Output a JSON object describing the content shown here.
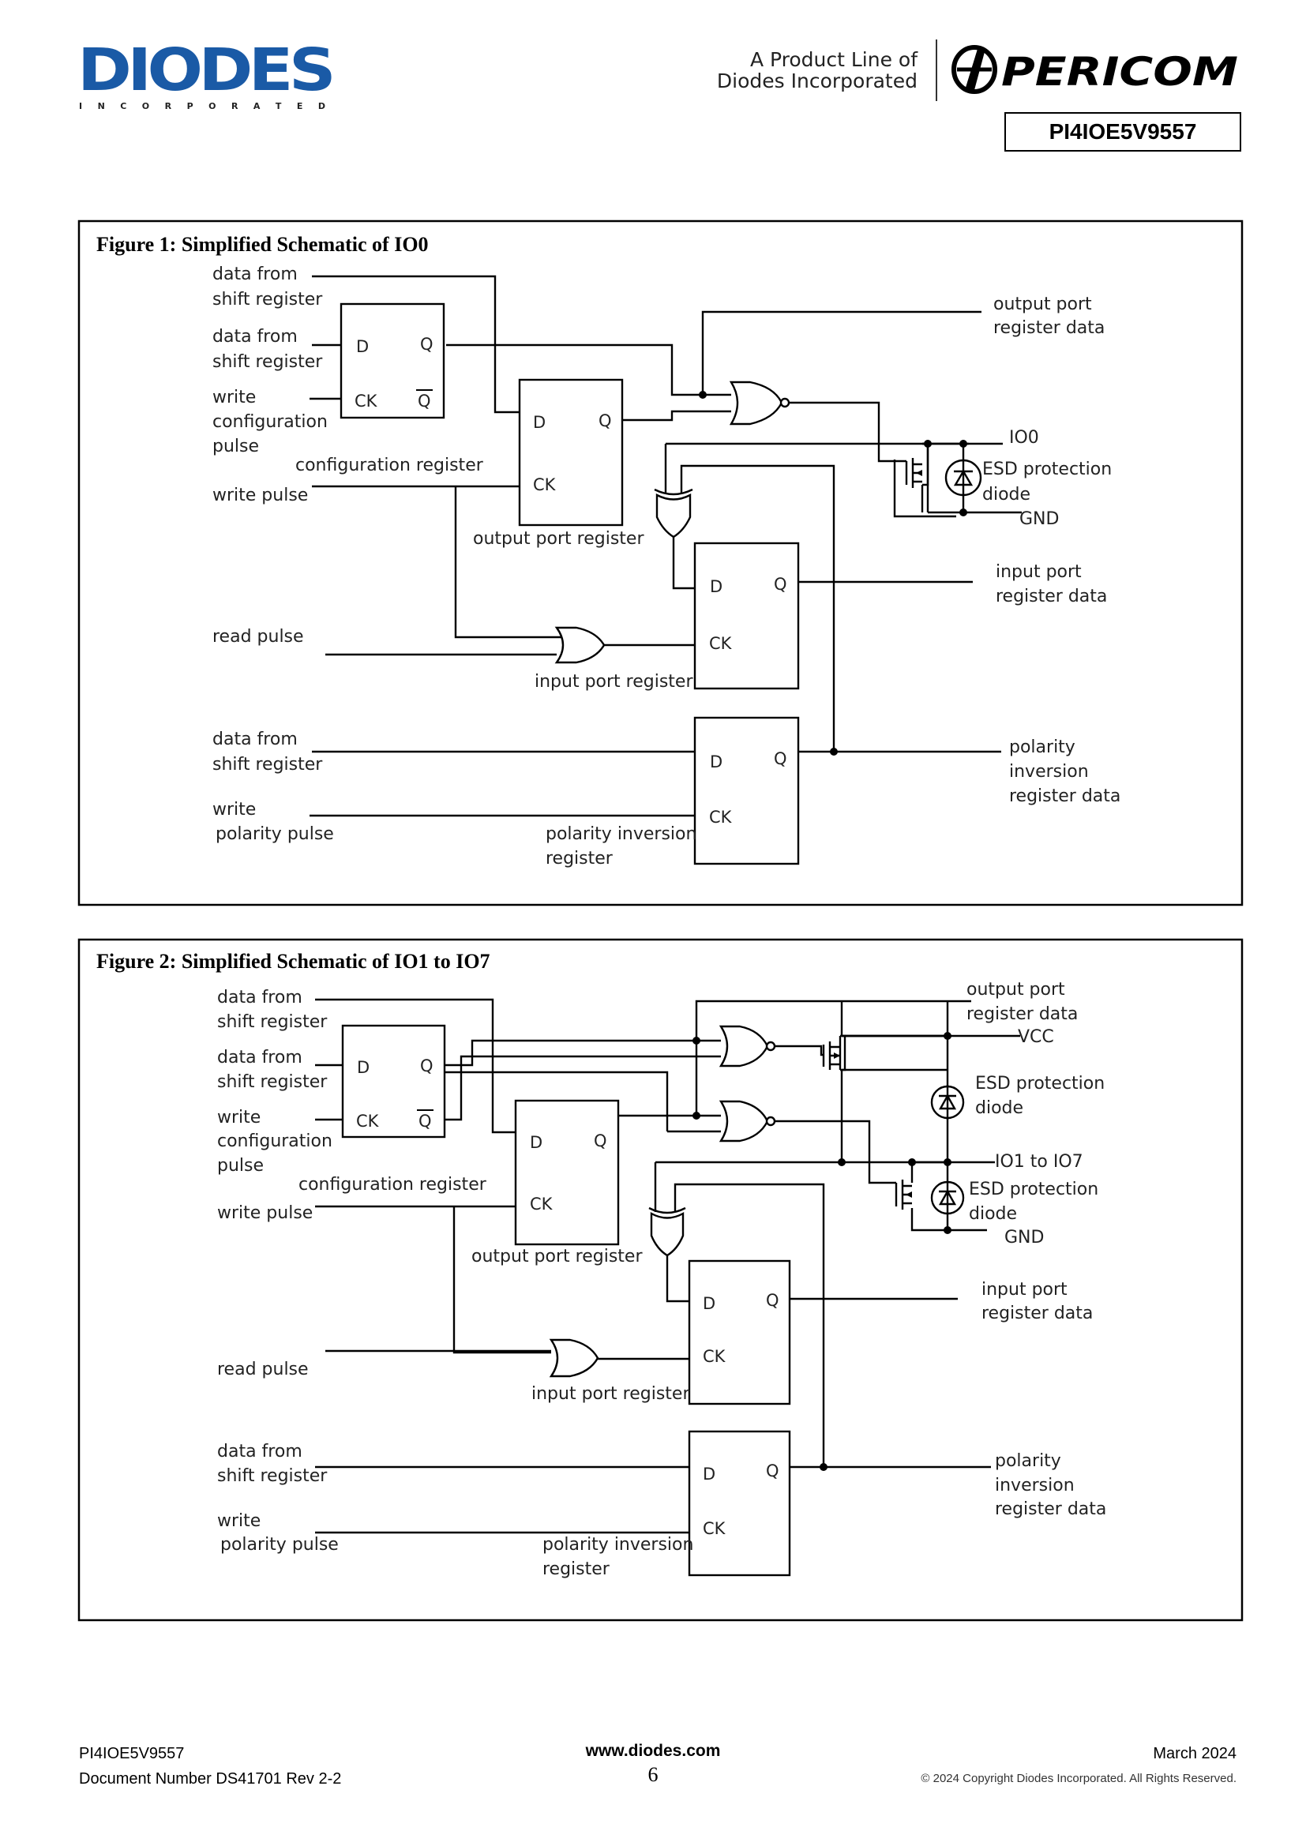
{
  "header": {
    "logo_text": "DIODES",
    "logo_sub": "I N C O R P O R A T E D",
    "tagline_line1": "A Product Line of",
    "tagline_line2": "Diodes Incorporated",
    "pericom_text": "PERICOM",
    "part_number": "PI4IOE5V9557"
  },
  "figure1": {
    "title": "Figure 1: Simplified Schematic of IO0",
    "labels": {
      "data_from_1a": "data from",
      "data_from_1b": "shift register",
      "data_from_2a": "data from",
      "data_from_2b": "shift register",
      "write_cfg_a": "write",
      "write_cfg_b": "configuration",
      "write_cfg_c": "pulse",
      "cfg_reg": "configuration register",
      "write_pulse": "write pulse",
      "out_reg": "output port register",
      "read_pulse": "read pulse",
      "in_reg": "input port register",
      "data_from_3a": "data from",
      "data_from_3b": "shift register",
      "write_pol_a": "write",
      "write_pol_b": "polarity pulse",
      "pol_reg_a": "polarity inversion",
      "pol_reg_b": "register",
      "out_data_a": "output port",
      "out_data_b": "register data",
      "io": "IO0",
      "esd_a": "ESD protection",
      "esd_b": "diode",
      "gnd": "GND",
      "in_data_a": "input port",
      "in_data_b": "register data",
      "pol_data_a": "polarity",
      "pol_data_b": "inversion",
      "pol_data_c": "register data"
    }
  },
  "figure2": {
    "title": "Figure 2: Simplified Schematic of IO1 to IO7",
    "labels": {
      "data_from_1a": "data from",
      "data_from_1b": "shift register",
      "data_from_2a": "data from",
      "data_from_2b": "shift register",
      "write_cfg_a": "write",
      "write_cfg_b": "configuration",
      "write_cfg_c": "pulse",
      "cfg_reg": "configuration register",
      "write_pulse": "write pulse",
      "out_reg": "output port register",
      "read_pulse": "read pulse",
      "in_reg": "input port register",
      "data_from_3a": "data from",
      "data_from_3b": "shift register",
      "write_pol_a": "write",
      "write_pol_b": "polarity pulse",
      "pol_reg_a": "polarity inversion",
      "pol_reg_b": "register",
      "out_data_a": "output port",
      "out_data_b": "register data",
      "vcc": "VCC",
      "esd1_a": "ESD protection",
      "esd1_b": "diode",
      "io": "IO1 to IO7",
      "esd2_a": "ESD protection",
      "esd2_b": "diode",
      "gnd": "GND",
      "in_data_a": "input port",
      "in_data_b": "register data",
      "pol_data_a": "polarity",
      "pol_data_b": "inversion",
      "pol_data_c": "register data"
    }
  },
  "pins": {
    "d": "D",
    "q": "Q",
    "ck": "CK",
    "qbar": "Q"
  },
  "footer": {
    "part": "PI4IOE5V9557",
    "doc_number": "Document Number DS41701 Rev 2-2",
    "url": "www.diodes.com",
    "page": "6",
    "date": "March 2024",
    "copyright": "© 2024 Copyright Diodes Incorporated. All Rights Reserved."
  },
  "colors": {
    "diodes_blue": "#1a5aa6",
    "ink": "#000000"
  }
}
